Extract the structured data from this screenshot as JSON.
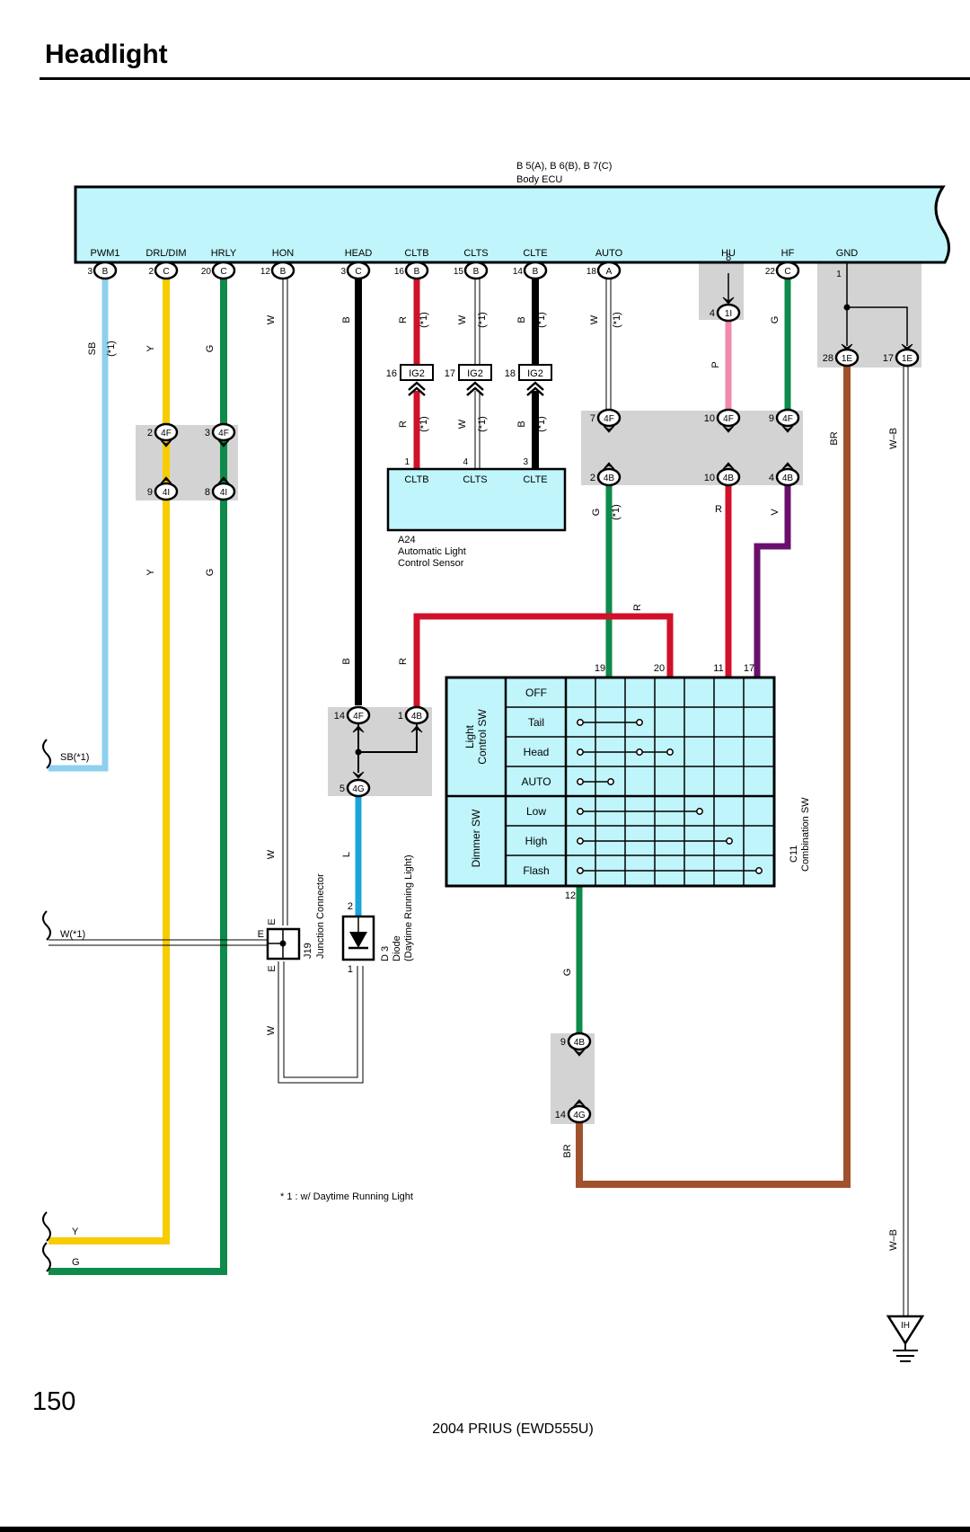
{
  "page": {
    "title": "Headlight",
    "page_number": "150",
    "footer": "2004 PRIUS (EWD555U)"
  },
  "colors": {
    "ecu_fill": "#bff5fb",
    "switch_fill": "#bff5fb",
    "connector_bg": "#d3d3d3",
    "wire_SB": "#8fd0ef",
    "wire_Y": "#f7cc00",
    "wire_G": "#0e8a4a",
    "wire_B": "#000000",
    "wire_R": "#d1102a",
    "wire_P": "#f08aaa",
    "wire_V": "#6a0f6e",
    "wire_BR": "#a0522d",
    "wire_L": "#1aa5dc"
  },
  "ecu": {
    "code": "B 5(A), B 6(B), B 7(C)",
    "name": "Body ECU",
    "terminals": [
      {
        "name": "PWM1",
        "pin": "3",
        "conn": "B"
      },
      {
        "name": "DRL/DIM",
        "pin": "2",
        "conn": "C"
      },
      {
        "name": "HRLY",
        "pin": "20",
        "conn": "C"
      },
      {
        "name": "HON",
        "pin": "12",
        "conn": "B"
      },
      {
        "name": "HEAD",
        "pin": "3",
        "conn": "C"
      },
      {
        "name": "CLTB",
        "pin": "16",
        "conn": "B"
      },
      {
        "name": "CLTS",
        "pin": "15",
        "conn": "B"
      },
      {
        "name": "CLTE",
        "pin": "14",
        "conn": "B"
      },
      {
        "name": "AUTO",
        "pin": "18",
        "conn": "A"
      },
      {
        "name": "HU",
        "pin": "",
        "conn": ""
      },
      {
        "name": "HF",
        "pin": "22",
        "conn": "C"
      },
      {
        "name": "GND",
        "pin": "1",
        "conn": ""
      }
    ]
  },
  "connectors": [
    {
      "pin": "8",
      "conn": ""
    },
    {
      "pin": "4",
      "conn": "1I"
    },
    {
      "pin": "16",
      "conn": "IG2"
    },
    {
      "pin": "17",
      "conn": "IG2"
    },
    {
      "pin": "18",
      "conn": "IG2"
    },
    {
      "pin": "28",
      "conn": "1E"
    },
    {
      "pin": "17",
      "conn": "1E"
    },
    {
      "pin": "2",
      "conn": "4F"
    },
    {
      "pin": "3",
      "conn": "4F"
    },
    {
      "pin": "9",
      "conn": "4I"
    },
    {
      "pin": "8",
      "conn": "4I"
    },
    {
      "pin": "7",
      "conn": "4F"
    },
    {
      "pin": "10",
      "conn": "4F"
    },
    {
      "pin": "9",
      "conn": "4F"
    },
    {
      "pin": "2",
      "conn": "4B"
    },
    {
      "pin": "10",
      "conn": "4B"
    },
    {
      "pin": "4",
      "conn": "4B"
    },
    {
      "pin": "14",
      "conn": "4F"
    },
    {
      "pin": "1",
      "conn": "4B"
    },
    {
      "pin": "5",
      "conn": "4G"
    },
    {
      "pin": "9",
      "conn": "4B"
    },
    {
      "pin": "14",
      "conn": "4G"
    }
  ],
  "wire_labels": [
    "SB",
    "(*1)",
    "Y",
    "G",
    "W",
    "B",
    "R",
    "(*1)",
    "W",
    "(*1)",
    "B",
    "(*1)",
    "W",
    "(*1)",
    "G",
    "P",
    "BR",
    "W–B",
    "R",
    "(*1)",
    "W",
    "(*1)",
    "B",
    "(*1)",
    "Y",
    "G",
    "G",
    "(*1)",
    "R",
    "V",
    "R",
    "B",
    "R",
    "L",
    "W",
    "W",
    "G",
    "BR",
    "W–B"
  ],
  "sensor": {
    "code": "A24",
    "name_line1": "Automatic Light",
    "name_line2": "Control Sensor",
    "terminals": [
      {
        "name": "CLTB",
        "pin": "1"
      },
      {
        "name": "CLTS",
        "pin": "4"
      },
      {
        "name": "CLTE",
        "pin": "3"
      }
    ]
  },
  "combination_switch": {
    "code": "C11",
    "name": "Combination SW",
    "pins_top": [
      "19",
      "20",
      "11",
      "17"
    ],
    "pin_bottom": "12",
    "group_light_line1": "Light",
    "group_light_line2": "Control SW",
    "group_dimmer": "Dimmer SW",
    "positions": [
      "OFF",
      "Tail",
      "Head",
      "AUTO",
      "Low",
      "High",
      "Flash"
    ]
  },
  "junction": {
    "code": "J19",
    "name": "Junction Connector",
    "pin_labels": [
      "E",
      "E",
      "E"
    ]
  },
  "diode": {
    "code": "D 3",
    "name": "Diode",
    "subname": "(Daytime Running Light)",
    "pins": [
      "2",
      "1"
    ]
  },
  "offpage": [
    {
      "label": "SB(*1)"
    },
    {
      "label": "W(*1)"
    },
    {
      "label": "Y"
    },
    {
      "label": "G"
    }
  ],
  "ground": {
    "label": "IH"
  },
  "note": "* 1 : w/ Daytime Running Light"
}
